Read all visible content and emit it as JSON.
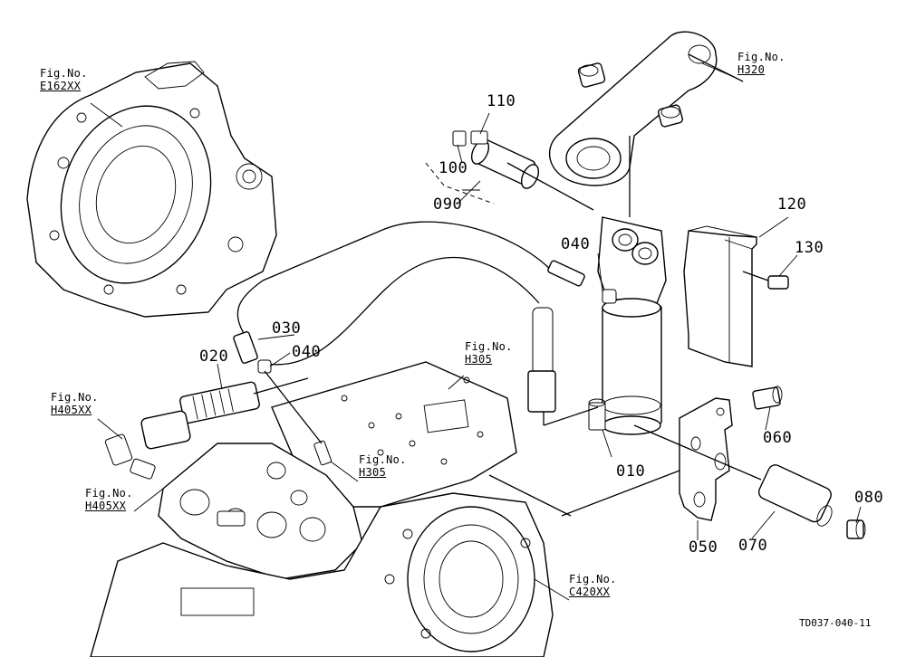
{
  "fig_refs": [
    {
      "id": "e162",
      "line1": "Fig.No.",
      "line2": "E162XX"
    },
    {
      "id": "h320",
      "line1": "Fig.No.",
      "line2": "H320"
    },
    {
      "id": "h305a",
      "line1": "Fig.No.",
      "line2": "H305"
    },
    {
      "id": "h405a",
      "line1": "Fig.No.",
      "line2": "H405XX"
    },
    {
      "id": "h305b",
      "line1": "Fig.No.",
      "line2": "H305"
    },
    {
      "id": "h405b",
      "line1": "Fig.No.",
      "line2": "H405XX"
    },
    {
      "id": "c420",
      "line1": "Fig.No.",
      "line2": "C420XX"
    }
  ],
  "part_numbers": {
    "p010": "010",
    "p020": "020",
    "p030": "030",
    "p040a": "040",
    "p040b": "040",
    "p050": "050",
    "p060": "060",
    "p070": "070",
    "p080": "080",
    "p090": "090",
    "p100": "100",
    "p110": "110",
    "p120": "120",
    "p130": "130"
  },
  "drawing_code": "TD037-040-11"
}
